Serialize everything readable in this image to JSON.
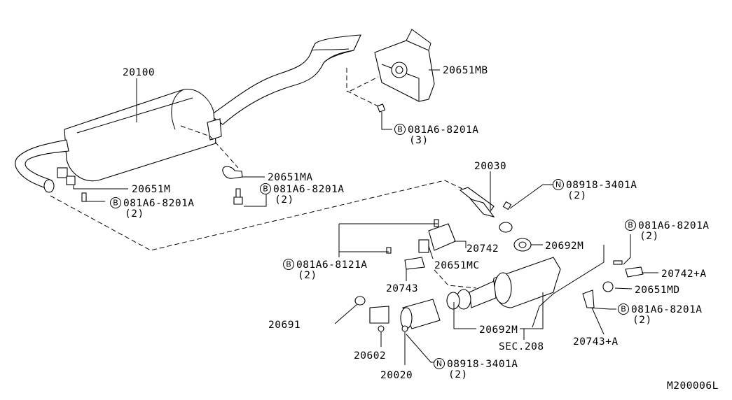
{
  "diagram": {
    "code": "M200006L",
    "labels": {
      "l20100": "20100",
      "l20651MB": "20651MB",
      "l20651MA": "20651MA",
      "l20651M": "20651M",
      "l20030": "20030",
      "l20742": "20742",
      "l20692M_top": "20692M",
      "l20651MC": "20651MC",
      "l20743": "20743",
      "l20742A": "20742+A",
      "l20651MD": "20651MD",
      "l20743A": "20743+A",
      "l20691": "20691",
      "l20602": "20602",
      "l20020": "20020",
      "l20692M_bot": "20692M",
      "lsec": "SEC.208"
    },
    "fasteners": {
      "f1": {
        "marker": "B",
        "part": "081A6-8201A",
        "qty": "(3)"
      },
      "f2": {
        "marker": "B",
        "part": "081A6-8201A",
        "qty": "(2)"
      },
      "f3": {
        "marker": "B",
        "part": "081A6-8201A",
        "qty": "(2)"
      },
      "f4": {
        "marker": "N",
        "part": "08918-3401A",
        "qty": "(2)"
      },
      "f5": {
        "marker": "B",
        "part": "081A6-8201A",
        "qty": "(2)"
      },
      "f6": {
        "marker": "B",
        "part": "081A6-8121A",
        "qty": "(2)"
      },
      "f7": {
        "marker": "B",
        "part": "081A6-8201A",
        "qty": "(2)"
      },
      "f8": {
        "marker": "N",
        "part": "08918-3401A",
        "qty": "(2)"
      }
    }
  }
}
